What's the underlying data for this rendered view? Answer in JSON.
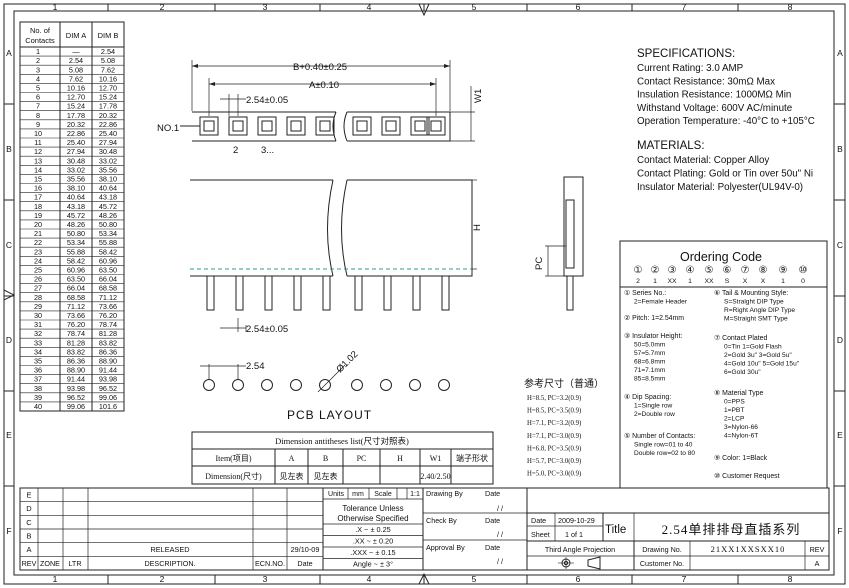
{
  "border": {
    "columns": [
      "1",
      "2",
      "3",
      "4",
      "5",
      "6",
      "7",
      "8"
    ],
    "rows": [
      "A",
      "B",
      "C",
      "D",
      "E",
      "F"
    ]
  },
  "contact_table": {
    "headers": [
      "No. of\nContacts",
      "DIM A",
      "DIM B"
    ],
    "header_line1": "No. of",
    "header_line2": "Contacts",
    "dim_a_header": "DIM A",
    "dim_b_header": "DIM B",
    "rows": [
      [
        "1",
        "—",
        "2.54"
      ],
      [
        "2",
        "2.54",
        "5.08"
      ],
      [
        "3",
        "5.08",
        "7.62"
      ],
      [
        "4",
        "7.62",
        "10.16"
      ],
      [
        "5",
        "10.16",
        "12.70"
      ],
      [
        "6",
        "12.70",
        "15.24"
      ],
      [
        "7",
        "15.24",
        "17.78"
      ],
      [
        "8",
        "17.78",
        "20.32"
      ],
      [
        "9",
        "20.32",
        "22.86"
      ],
      [
        "10",
        "22.86",
        "25.40"
      ],
      [
        "11",
        "25.40",
        "27.94"
      ],
      [
        "12",
        "27.94",
        "30.48"
      ],
      [
        "13",
        "30.48",
        "33.02"
      ],
      [
        "14",
        "33.02",
        "35.56"
      ],
      [
        "15",
        "35.56",
        "38.10"
      ],
      [
        "16",
        "38.10",
        "40.64"
      ],
      [
        "17",
        "40.64",
        "43.18"
      ],
      [
        "18",
        "43.18",
        "45.72"
      ],
      [
        "19",
        "45.72",
        "48.26"
      ],
      [
        "20",
        "48.26",
        "50.80"
      ],
      [
        "21",
        "50.80",
        "53.34"
      ],
      [
        "22",
        "53.34",
        "55.88"
      ],
      [
        "23",
        "55.88",
        "58.42"
      ],
      [
        "24",
        "58.42",
        "60.96"
      ],
      [
        "25",
        "60.96",
        "63.50"
      ],
      [
        "26",
        "63.50",
        "66.04"
      ],
      [
        "27",
        "66.04",
        "68.58"
      ],
      [
        "28",
        "68.58",
        "71.12"
      ],
      [
        "29",
        "71.12",
        "73.66"
      ],
      [
        "30",
        "73.66",
        "76.20"
      ],
      [
        "31",
        "76.20",
        "78.74"
      ],
      [
        "32",
        "78.74",
        "81.28"
      ],
      [
        "33",
        "81.28",
        "83.82"
      ],
      [
        "34",
        "83.82",
        "86.36"
      ],
      [
        "35",
        "86.36",
        "88.90"
      ],
      [
        "36",
        "88.90",
        "91.44"
      ],
      [
        "37",
        "91.44",
        "93.98"
      ],
      [
        "38",
        "93.98",
        "96.52"
      ],
      [
        "39",
        "96.52",
        "99.06"
      ],
      [
        "40",
        "99.06",
        "101.6"
      ]
    ]
  },
  "drawing": {
    "dim_b": "B+0.40±0.25",
    "dim_a": "A±0.10",
    "pitch_top": "2.54±0.05",
    "pitch_mid": "2.54±0.05",
    "pitch_pcb": "2.54",
    "w1": "W1",
    "h": "H",
    "pc": "PC",
    "no1": "NO.1",
    "pin2": "2",
    "pin3": "3...",
    "hole_dia": "Ø1.02",
    "pcb_layout": "PCB LAYOUT"
  },
  "specifications": {
    "title": "SPECIFICATIONS:",
    "lines": [
      "Current Rating: 3.0 AMP",
      "Contact Resistance: 30mΩ Max",
      "Insulation Resistance: 1000MΩ Min",
      "Withstand Voltage: 600V AC/minute",
      "Operation Temperature: -40°C to +105°C"
    ]
  },
  "materials": {
    "title": "MATERIALS:",
    "lines": [
      "Contact Material: Copper Alloy",
      "Contact Plating: Gold or Tin over 50u\" Ni",
      "Insulator Material: Polyester(UL94V-0)"
    ]
  },
  "ordering": {
    "title": "Ordering Code",
    "digits": [
      "①",
      "②",
      "③",
      "④",
      "⑤",
      "⑥",
      "⑦",
      "⑧",
      "⑨",
      "⑩"
    ],
    "codes": [
      "2",
      "1",
      "XX",
      "1",
      "XX",
      "S",
      "X",
      "X",
      "1",
      "0"
    ],
    "left": [
      {
        "head": "① Series No.:",
        "lines": [
          "2=Female Header"
        ]
      },
      {
        "head": "② Pitch: 1=2.54mm",
        "lines": []
      },
      {
        "head": "③ Insulator Height:",
        "lines": [
          "50=5.0mm",
          "57=5.7mm",
          "68=6.8mm",
          "71=7.1mm",
          "85=8.5mm"
        ]
      },
      {
        "head": "④ Dip Spacing:",
        "lines": [
          "1=Single row",
          "2=Double row"
        ]
      },
      {
        "head": "⑤ Number of Contacts:",
        "lines": [
          "Single row=01 to 40",
          "Double row=02 to 80"
        ]
      }
    ],
    "right": [
      {
        "head": "⑥ Tail & Mounting Style:",
        "lines": [
          "S=Stralght DIP Type",
          "R=Right Angle DIP Type",
          "M=Straight SMT Type"
        ]
      },
      {
        "head": "⑦ Contact Plated",
        "lines": [
          "0=Tin        1=Gold Flash",
          "2=Gold 3u\"   3=Gold 5u\"",
          "4=Gold 10u\"  5=Gold 15u\"",
          "6=Gold 30u\""
        ]
      },
      {
        "head": "⑧ Material Type",
        "lines": [
          "0=PPS",
          "1=PBT",
          "2=LCP",
          "3=Nylon-66",
          "4=Nylon-6T"
        ]
      },
      {
        "head": "⑨ Color: 1=Black",
        "lines": []
      },
      {
        "head": "⑩ Customer Request",
        "lines": []
      }
    ]
  },
  "reference": {
    "title": "参考尺寸（普通）",
    "lines": [
      "H=8.5, PC=3.2(0.9)",
      "H=8.5, PC=3.5(0.9)",
      "H=7.1, PC=3.2(0.9)",
      "H=7.1, PC=3.0(0.9)",
      "H=6.8, PC=3.5(0.9)",
      "H=5.7, PC=3.0(0.9)",
      "H=5.0, PC=3.0(0.9)"
    ]
  },
  "dimension_list": {
    "title": "Dimension antitheses list(尺寸对照表)",
    "headers": [
      "Item(项目)",
      "A",
      "B",
      "PC",
      "H",
      "W1",
      "端子形状"
    ],
    "row": [
      "Dimension(尺寸)",
      "见左表",
      "见左表",
      "",
      "",
      "2.40/2.50",
      ""
    ]
  },
  "title_block": {
    "rev_rows": [
      "E",
      "D",
      "C",
      "B",
      "A"
    ],
    "rev_a_desc": "RELEASED",
    "rev_a_date": "29/10-09",
    "footer": [
      "REV",
      "ZONE",
      "LTR",
      "DESCRIPTION.",
      "ECN.NO.",
      "Date"
    ],
    "units_label": "Units",
    "units": "mm",
    "scale_label": "Scale",
    "scale": "1:1",
    "tolerance_title1": "Tolerance Unless",
    "tolerance_title2": "Otherwise Specified",
    "tolerances": [
      ".X ~ ± 0.25",
      ".XX ~ ± 0.20",
      ".XXX ~ ± 0.15",
      "Angle ~ ± 3°"
    ],
    "drawing_by": "Drawing By",
    "check_by": "Check By",
    "approval_by": "Approval By",
    "date_label": "Date",
    "date_slash": "/  /",
    "date_value": "2009-10-29",
    "sheet_label": "Sheet",
    "sheet_value": "1 of 1",
    "title_label": "Title",
    "title_value": "2.54单排排母直插系列",
    "projection": "Third Angle Projection",
    "drawing_no_label": "Drawing No.",
    "drawing_no": "21XX1XXSXX10",
    "customer_no_label": "Customer No.",
    "rev_label": "REV",
    "rev_value": "A"
  }
}
